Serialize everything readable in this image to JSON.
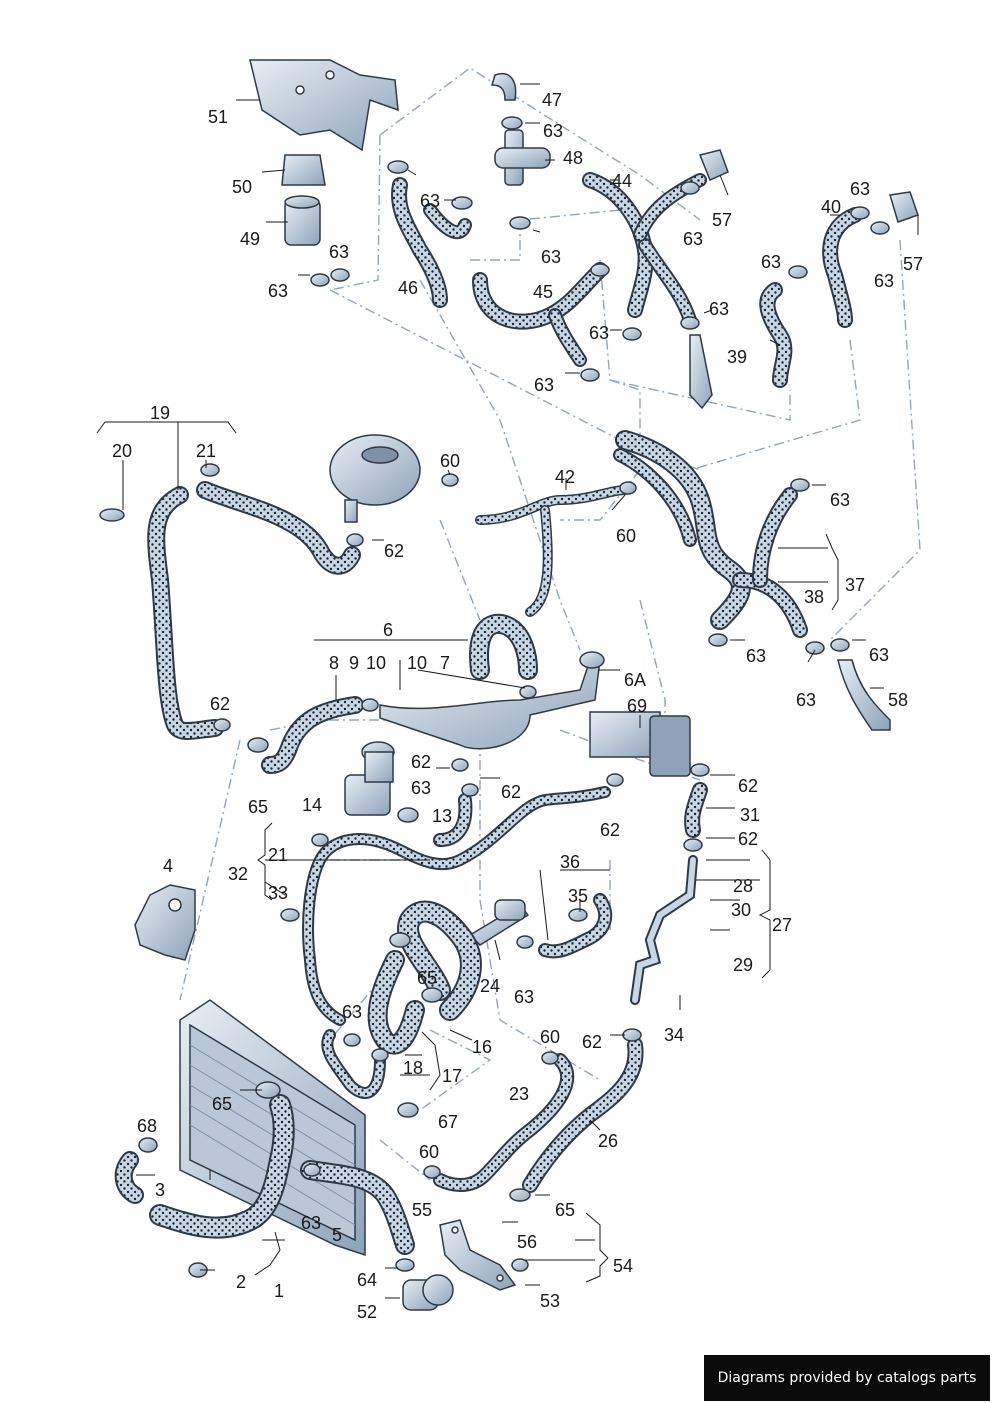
{
  "footer": {
    "text": "Diagrams provided by catalogs parts"
  },
  "labels": [
    "1",
    "2",
    "3",
    "4",
    "5",
    "6",
    "6A",
    "7",
    "8",
    "9",
    "10",
    "10",
    "13",
    "14",
    "16",
    "17",
    "18",
    "19",
    "20",
    "21",
    "21",
    "23",
    "24",
    "26",
    "27",
    "28",
    "29",
    "30",
    "31",
    "32",
    "33",
    "34",
    "35",
    "36",
    "37",
    "38",
    "39",
    "40",
    "42",
    "44",
    "45",
    "46",
    "47",
    "48",
    "49",
    "50",
    "51",
    "52",
    "53",
    "54",
    "55",
    "56",
    "57",
    "57",
    "58",
    "60",
    "60",
    "60",
    "60",
    "62",
    "62",
    "62",
    "62",
    "62",
    "62",
    "62",
    "62",
    "63",
    "63",
    "63",
    "63",
    "63",
    "63",
    "63",
    "63",
    "63",
    "63",
    "63",
    "63",
    "63",
    "63",
    "63",
    "63",
    "63",
    "63",
    "63",
    "63",
    "64",
    "65",
    "65",
    "65",
    "65",
    "67",
    "68",
    "69"
  ],
  "colors": {
    "hose_fill": "#c9d6e3",
    "hose_stroke": "#2f3a48",
    "leader": "#8fa6bd",
    "dot": "#1d2530",
    "text": "#1a1a1a"
  }
}
